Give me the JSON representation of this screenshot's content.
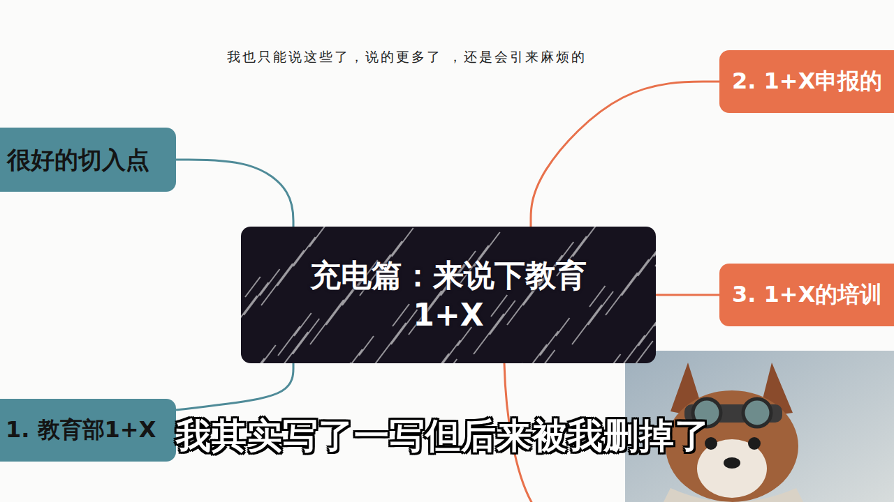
{
  "diagram": {
    "nodes": [
      {
        "text": [
          "2. 1+X申报的"
        ]
      },
      {
        "text": [
          "很好的切入点"
        ]
      },
      {
        "text": [
          "充电篇：来说下教育 1+X"
        ]
      },
      {
        "text": [
          "3. 1+X的培训"
        ]
      },
      {
        "text": [
          "1. 教育部1+X"
        ]
      }
    ],
    "edges": [
      {
        "from": 2,
        "to": 0,
        "arrow": "none"
      },
      {
        "from": 2,
        "to": 1,
        "arrow": "none"
      },
      {
        "from": 2,
        "to": 3,
        "arrow": "none"
      },
      {
        "from": 2,
        "to": 4,
        "arrow": "none"
      }
    ],
    "labels": [
      "我也只能说这些了，说的更多了 ，还是会引来麻烦的",
      "我其实写了一写但后来被我删掉了"
    ]
  }
}
